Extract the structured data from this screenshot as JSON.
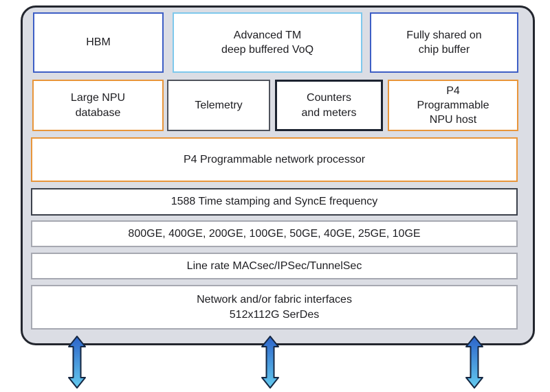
{
  "diagram": {
    "name": "network-processor-chip-architecture",
    "boxes": {
      "hbm": {
        "label": "HBM"
      },
      "advanced_tm": {
        "label": "Advanced TM\ndeep buffered VoQ"
      },
      "shared_buffer": {
        "label": "Fully shared on\nchip buffer"
      },
      "npu_database": {
        "label": "Large NPU\ndatabase"
      },
      "telemetry": {
        "label": "Telemetry"
      },
      "counters": {
        "label": "Counters\nand meters"
      },
      "npu_host": {
        "label": "P4\nProgrammable\nNPU host"
      },
      "network_processor": {
        "label": "P4 Programmable network processor"
      },
      "timing": {
        "label": "1588 Time stamping and SyncE frequency"
      },
      "ethernet_rates": {
        "label": "800GE, 400GE, 200GE, 100GE, 50GE, 40GE, 25GE, 10GE"
      },
      "macsec": {
        "label": "Line rate MACsec/IPSec/TunnelSec"
      },
      "interfaces": {
        "label": "Network and/or fabric interfaces\n512x112G SerDes"
      }
    },
    "arrow_count": "3"
  },
  "colors": {
    "container_fill": "#dbdde4",
    "container_border": "#23262e",
    "blue_border": "#3d5ec5",
    "light_blue_border": "#7ec8ec",
    "orange_border": "#e8953a",
    "gray_border": "#4f535c",
    "dark_border": "#1c2330",
    "dark_row_border": "#3b404b",
    "light_row_border": "#a6a8b1",
    "text": "#1d1d21",
    "arrow_top": "#2c63c9",
    "arrow_bottom": "#64cbef",
    "arrow_outline": "#152742"
  }
}
